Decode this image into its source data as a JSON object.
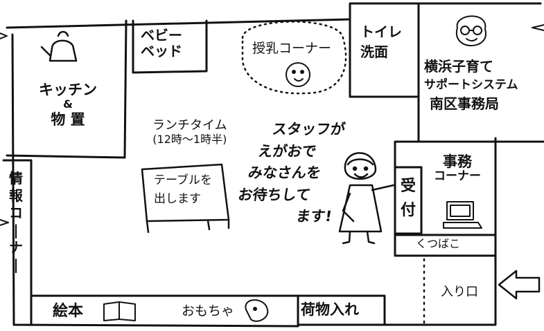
{
  "rooms": {
    "baby_bed": [
      "ベビー",
      "ベッド"
    ],
    "nursing": "授乳コーナー",
    "toilet": [
      "トイレ",
      "洗面"
    ],
    "office_name": [
      "横浜子育て",
      "サポートシステム",
      "南区事務局"
    ],
    "kitchen": [
      "キッチン",
      "&",
      "物 置"
    ],
    "info": [
      "情",
      "報",
      "コ",
      "|",
      "ナ",
      "|"
    ],
    "desk": [
      "事務",
      "コーナー"
    ],
    "reception": [
      "受",
      "付"
    ],
    "shoe": "くつばこ",
    "entrance": "入り口",
    "books": "絵本",
    "toys": "おもちゃ",
    "luggage": "荷物入れ"
  },
  "lunch": {
    "title": "ランチタイム",
    "time": "(12時～1時半)"
  },
  "table_sign": [
    "テーブルを",
    "出します"
  ],
  "staff_message": [
    "スタッフが",
    "えがおで",
    "みなさんを",
    "お待ちして",
    "ます!"
  ],
  "colors": {
    "ink": "#111111",
    "paper": "#ffffff"
  }
}
